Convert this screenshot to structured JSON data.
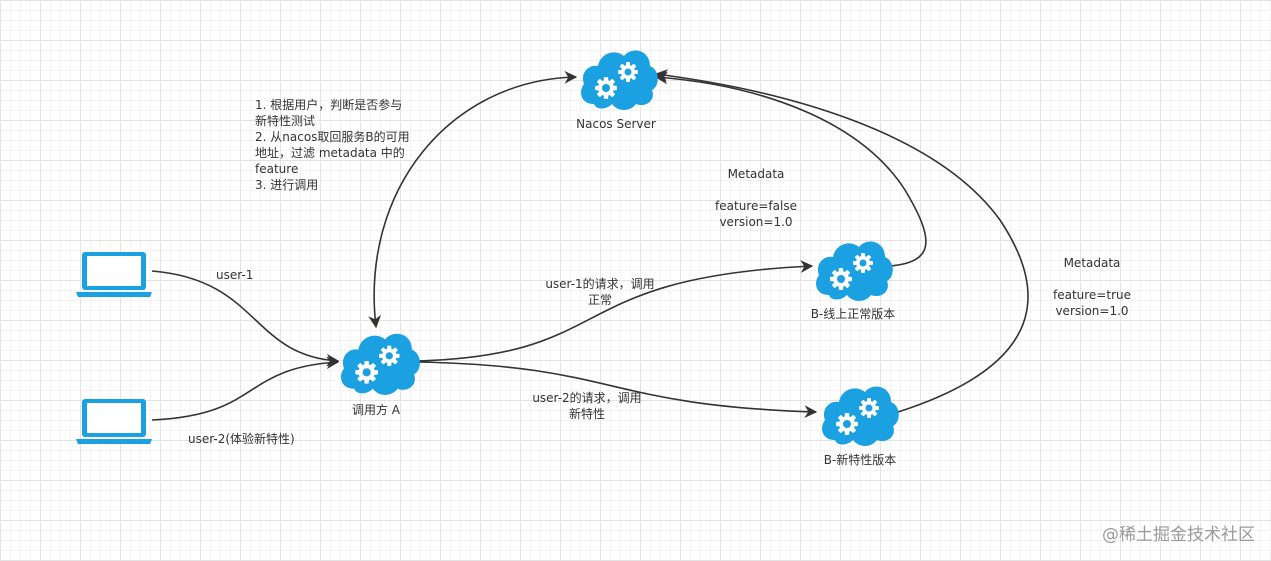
{
  "colors": {
    "cloud": "#1ba1e2",
    "cloud_dark": "#0b84c4",
    "laptop": "#1ba1e2",
    "arrow": "#333333"
  },
  "nodes": {
    "nacos_server": "Nacos Server",
    "caller_a": "调用方 A",
    "b_online": "B-线上正常版本",
    "b_feature": "B-新特性版本"
  },
  "users": {
    "user1": "user-1",
    "user2": "user-2(体验新特性)"
  },
  "notes": [
    "1. 根据用户，判断是否参与",
    "新特性测试",
    "2. 从nacos取回服务B的可用",
    "地址，过滤 metadata 中的",
    "feature",
    "3. 进行调用"
  ],
  "edges": {
    "user1_request": [
      "user-1的请求，调用",
      "正常"
    ],
    "user2_request": [
      "user-2的请求，调用",
      "新特性"
    ]
  },
  "metadata_online": {
    "title": "Metadata",
    "feature": "feature=false",
    "version": "version=1.0"
  },
  "metadata_feature": {
    "title": "Metadata",
    "feature": "feature=true",
    "version": "version=1.0"
  },
  "watermark": "@稀土掘金技术社区"
}
